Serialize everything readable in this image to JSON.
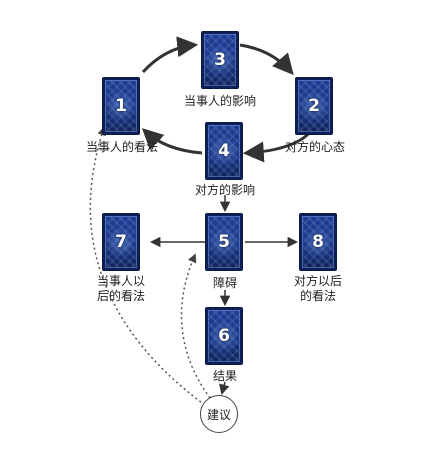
{
  "cards": [
    {
      "id": "1",
      "number": "1",
      "label": "当事人的看法"
    },
    {
      "id": "2",
      "number": "2",
      "label": "对方的心态"
    },
    {
      "id": "3",
      "number": "3",
      "label": "当事人的影响"
    },
    {
      "id": "4",
      "number": "4",
      "label": "对方的影响"
    },
    {
      "id": "5",
      "number": "5",
      "label": "障碍"
    },
    {
      "id": "6",
      "number": "6",
      "label": "结果"
    },
    {
      "id": "7",
      "number": "7",
      "label_lines": [
        "当事人以",
        "后的看法"
      ]
    },
    {
      "id": "8",
      "number": "8",
      "label_lines": [
        "对方以后",
        "的看法"
      ]
    }
  ],
  "advice": {
    "label": "建议"
  },
  "colors": {
    "card_blue": "#16307a",
    "arrow": "#333333"
  }
}
